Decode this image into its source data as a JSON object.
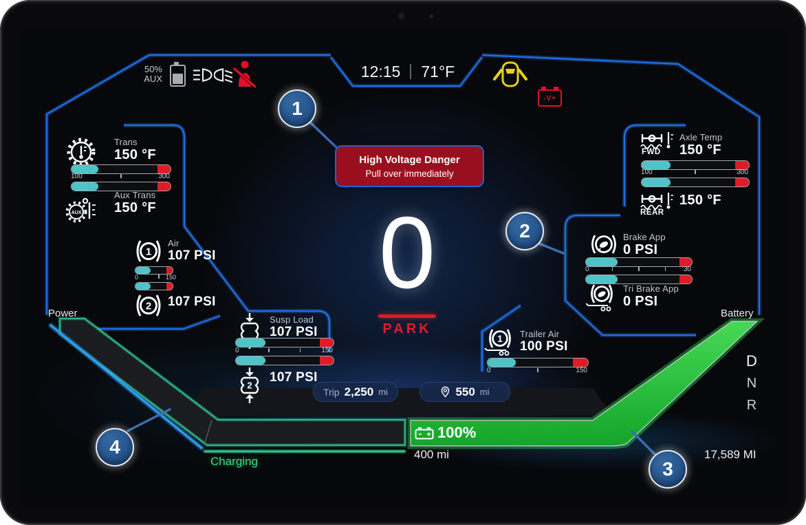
{
  "status_bar": {
    "aux_soc": "50%",
    "aux_label": "AUX",
    "time": "12:15",
    "temperature": "71°F",
    "battery_fault_glyph": "-V+"
  },
  "callouts": {
    "c1": "1",
    "c2": "2",
    "c3": "3",
    "c4": "4"
  },
  "alert": {
    "title": "High Voltage Danger",
    "subtitle": "Pull over immediately"
  },
  "speedometer": {
    "speed": "0",
    "gear_state": "PARK"
  },
  "gauges": {
    "trans": {
      "label": "Trans",
      "value": "150 °F",
      "min": "100",
      "max": "300",
      "fill1": 27,
      "red1": 13,
      "fill2": 27,
      "red2": 13
    },
    "aux_trans": {
      "label": "Aux Trans",
      "value": "150 °F",
      "icon_text": "AUX"
    },
    "air": {
      "label": "Air",
      "circuit1": "1",
      "circuit2": "2",
      "value1": "107 PSI",
      "value2": "107 PSI",
      "min": "0",
      "max": "150",
      "fill1": 40,
      "red1": 16,
      "fill2": 40,
      "red2": 16
    },
    "susp": {
      "label": "Susp Load",
      "icon2_num": "2",
      "value1": "107 PSI",
      "value2": "107 PSI",
      "min": "0",
      "max": "150",
      "fill1": 30,
      "red1": 14,
      "fill2": 30,
      "red2": 14
    },
    "axle": {
      "label": "Axle Temp",
      "fwd": "FWD",
      "rear": "REAR",
      "fwd_value": "150 °F",
      "rear_value": "150 °F",
      "min": "100",
      "max": "300",
      "fill1": 27,
      "red1": 13,
      "fill2": 27,
      "red2": 13
    },
    "brake": {
      "label": "Brake App",
      "value": "0 PSI",
      "tri_label": "Tri Brake App",
      "tri_value": "0 PSI",
      "min": "0",
      "max": "30",
      "fill1": 30,
      "red1": 12,
      "fill2": 30,
      "red2": 12
    },
    "trailer": {
      "label": "Trailer Air",
      "circuit": "1",
      "value": "100 PSI",
      "min": "0",
      "max": "150",
      "fill": 28,
      "red": 15
    }
  },
  "trip": {
    "trip_label": "Trip",
    "trip_value": "2,250",
    "trip_unit": "mi",
    "range_value": "550",
    "range_unit": "mi"
  },
  "energy": {
    "power_label": "Power",
    "battery_label": "Battery",
    "charging_label": "Charging",
    "battery_soc": "100%",
    "battery_range": "400 mi",
    "odometer": "17,589 MI"
  },
  "gear_selector": {
    "d": "D",
    "n": "N",
    "r": "R"
  },
  "colors": {
    "accent_blue": "#2070e8",
    "teal": "#4fc4c8",
    "alert_red": "#e01b26",
    "battery_green": "#2ecc40",
    "charging_green": "#36e083",
    "banner_red": "#9a0f1f",
    "callout_blue": "#2b5a9c",
    "warning_yellow": "#e6cf1e"
  }
}
